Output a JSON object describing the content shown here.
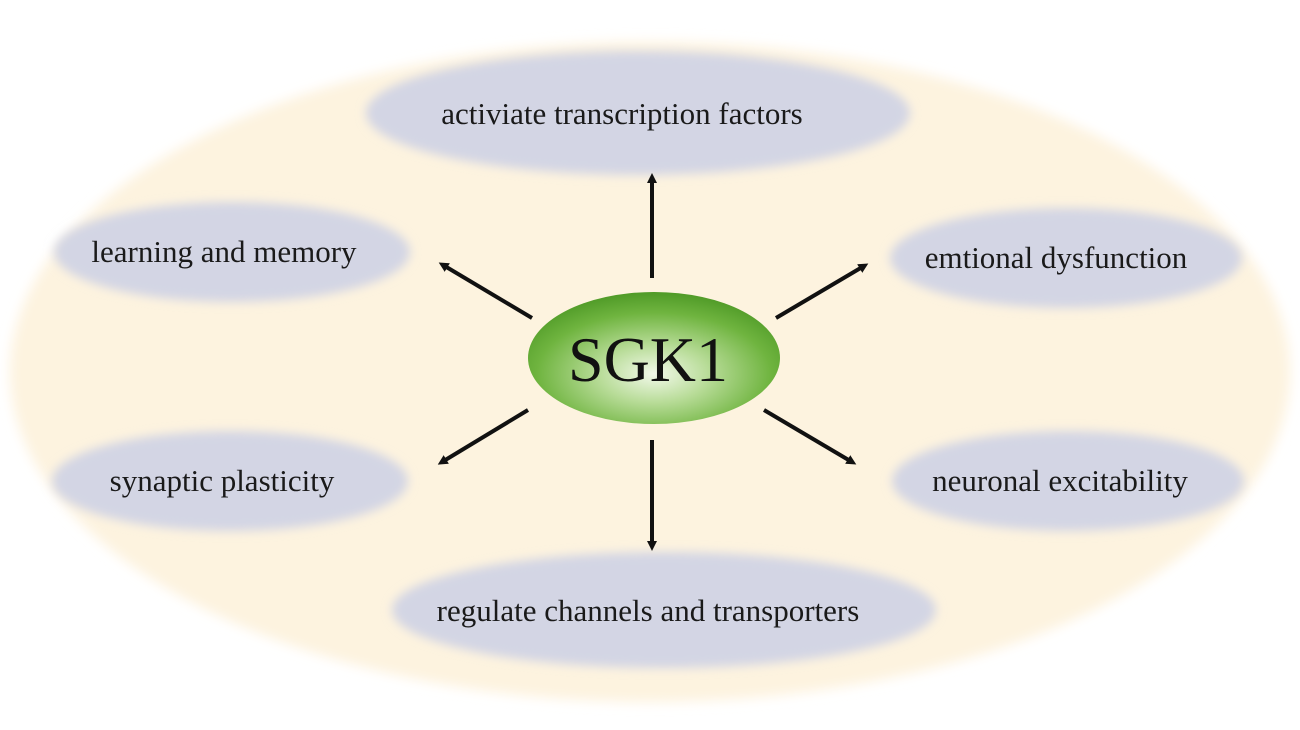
{
  "diagram": {
    "center": {
      "label": "SGK1"
    },
    "nodes": [
      {
        "id": "top",
        "label": "activiate transcription factors"
      },
      {
        "id": "upper-left",
        "label": "learning and memory"
      },
      {
        "id": "upper-right",
        "label": "emtional dysfunction"
      },
      {
        "id": "lower-left",
        "label": "synaptic plasticity"
      },
      {
        "id": "lower-right",
        "label": "neuronal excitability"
      },
      {
        "id": "bottom",
        "label": "regulate channels and transporters"
      }
    ],
    "colors": {
      "background_ellipse": "#fdf3df",
      "node_fill": "#d3d5e4",
      "center_fill_light": "#e9f5dc",
      "center_fill_dark": "#5aa52c",
      "arrow": "#111111"
    }
  }
}
